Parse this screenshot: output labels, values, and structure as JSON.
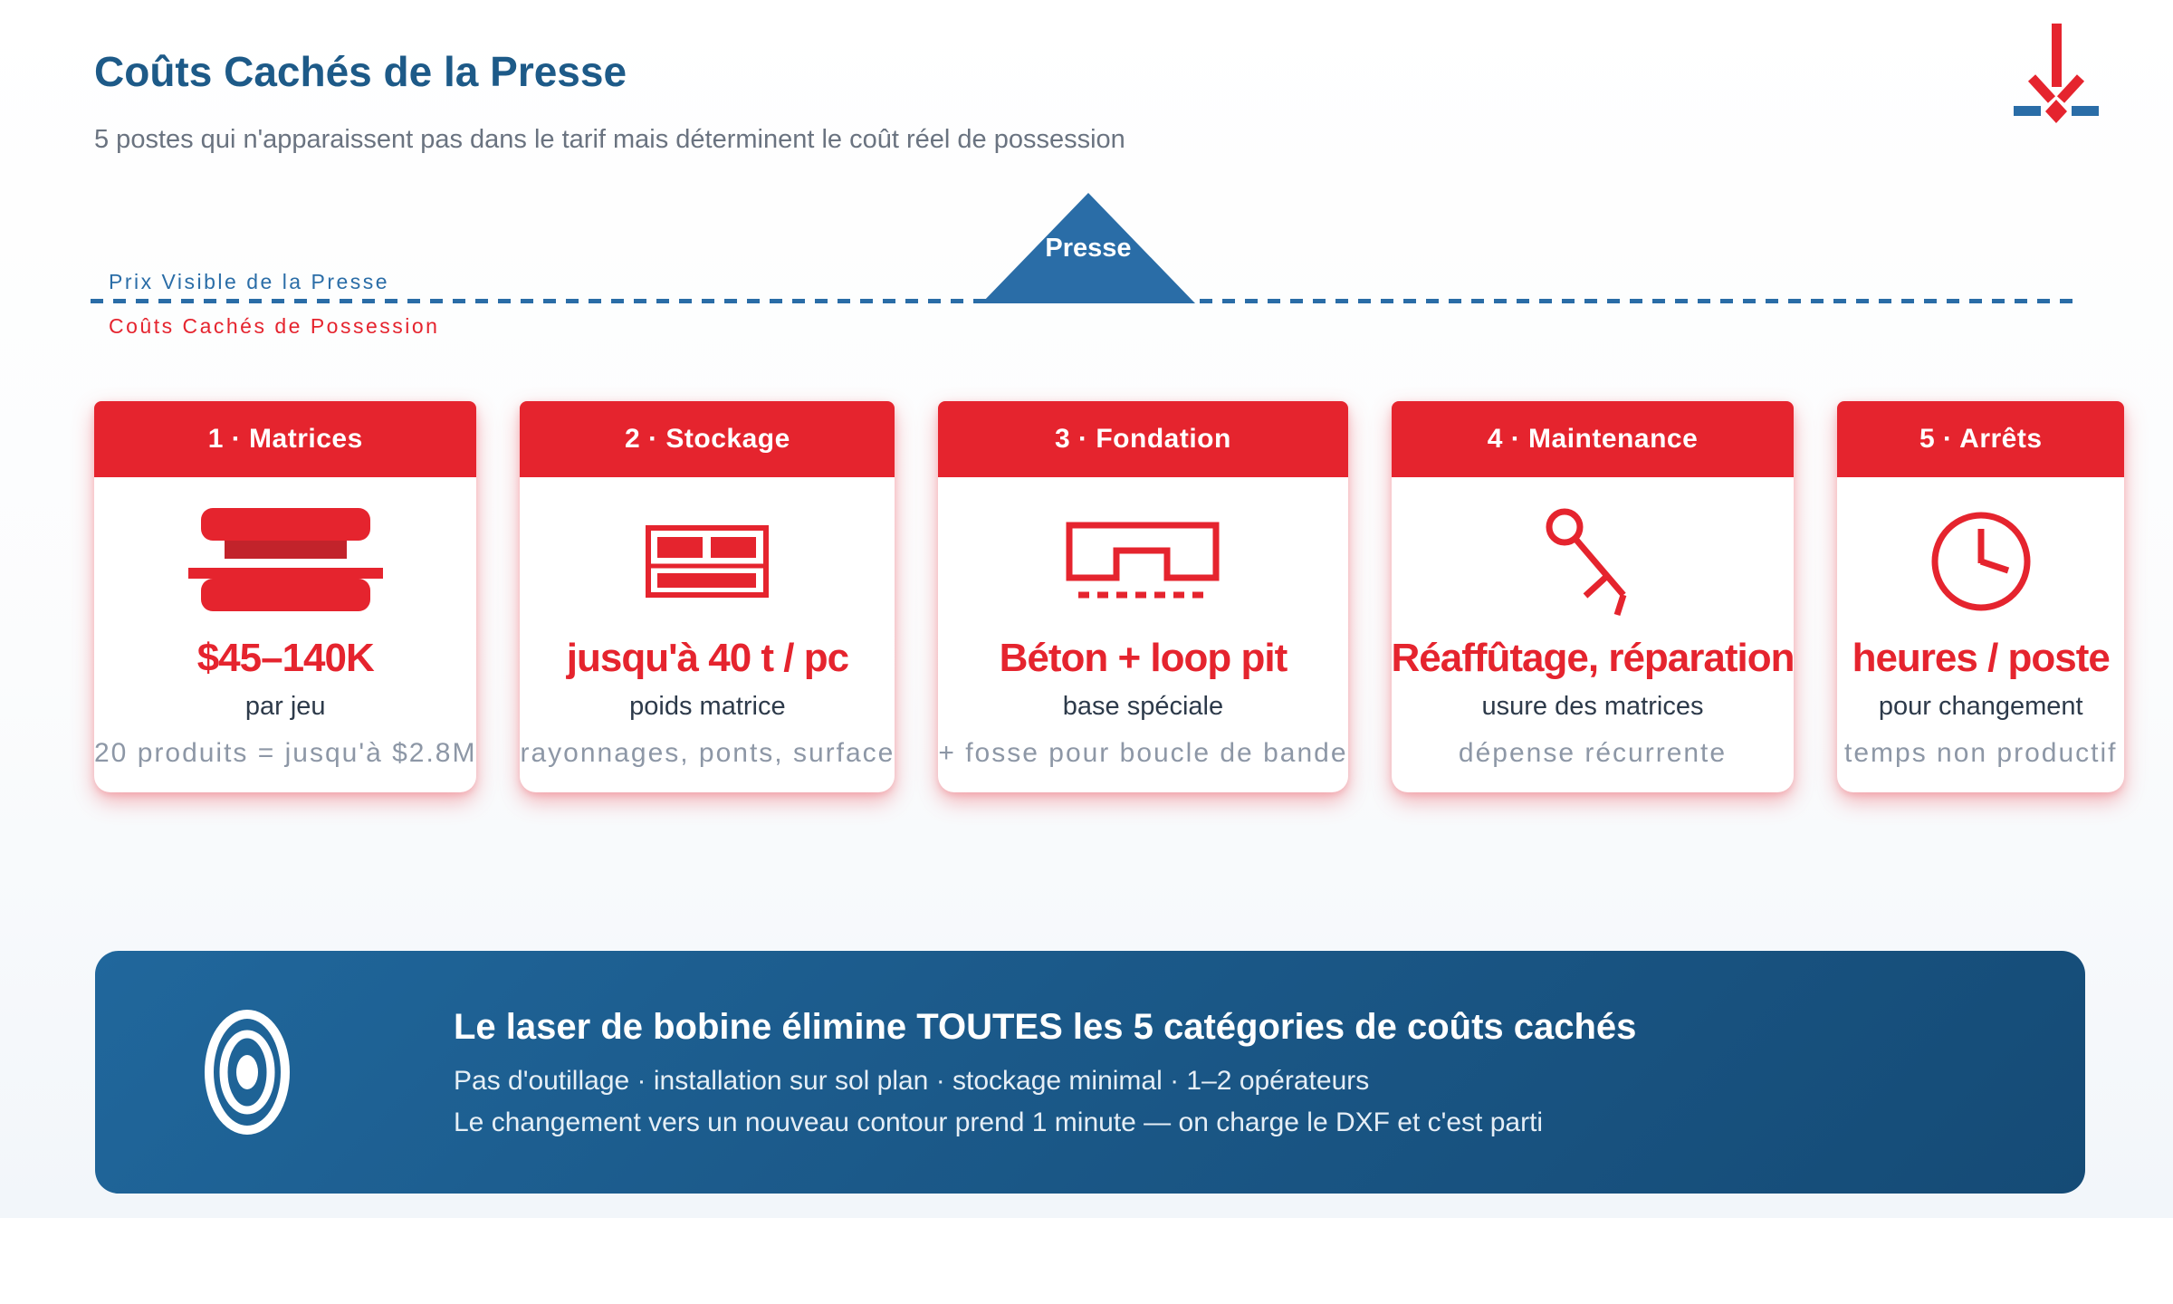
{
  "page": {
    "title": "Coûts Cachés de la Presse",
    "subtitle": "5 postes qui n'apparaissent pas dans le tarif mais déterminent le coût réel de possession"
  },
  "diagram": {
    "visible_label": "Prix Visible de la Presse",
    "hidden_label": "Coûts Cachés de Possession",
    "triangle_label": "Presse"
  },
  "cards": [
    {
      "header": "1 · Matrices",
      "icon": "press-dies-icon",
      "value": "$45–140K",
      "label": "par jeu",
      "note": "20 produits = jusqu'à $2.8M"
    },
    {
      "header": "2 · Stockage",
      "icon": "storage-rack-icon",
      "value": "jusqu'à 40 t / pc",
      "label": "poids matrice",
      "note": "rayonnages, ponts, surface"
    },
    {
      "header": "3 · Fondation",
      "icon": "foundation-pit-icon",
      "value": "Béton + loop pit",
      "label": "base spéciale",
      "note": "+ fosse pour boucle de bande"
    },
    {
      "header": "4 · Maintenance",
      "icon": "key-icon",
      "value": "Réaffûtage, réparation",
      "label": "usure des matrices",
      "note": "dépense récurrente"
    },
    {
      "header": "5 · Arrêts",
      "icon": "clock-icon",
      "value": "heures / poste",
      "label": "pour changement",
      "note": "temps non productif"
    }
  ],
  "banner": {
    "title": "Le laser de bobine élimine TOUTES les 5 catégories de coûts cachés",
    "line1": "Pas d'outillage · installation sur sol plan · stockage minimal · 1–2 opérateurs",
    "line2": "Le changement vers un nouveau contour prend 1 minute — on charge le DXF et c'est parti"
  },
  "colors": {
    "accent_red": "#e5242e",
    "icon_dark_red": "#c2232b",
    "accent_blue": "#2a6da7",
    "title_navy": "#1d5a88"
  }
}
